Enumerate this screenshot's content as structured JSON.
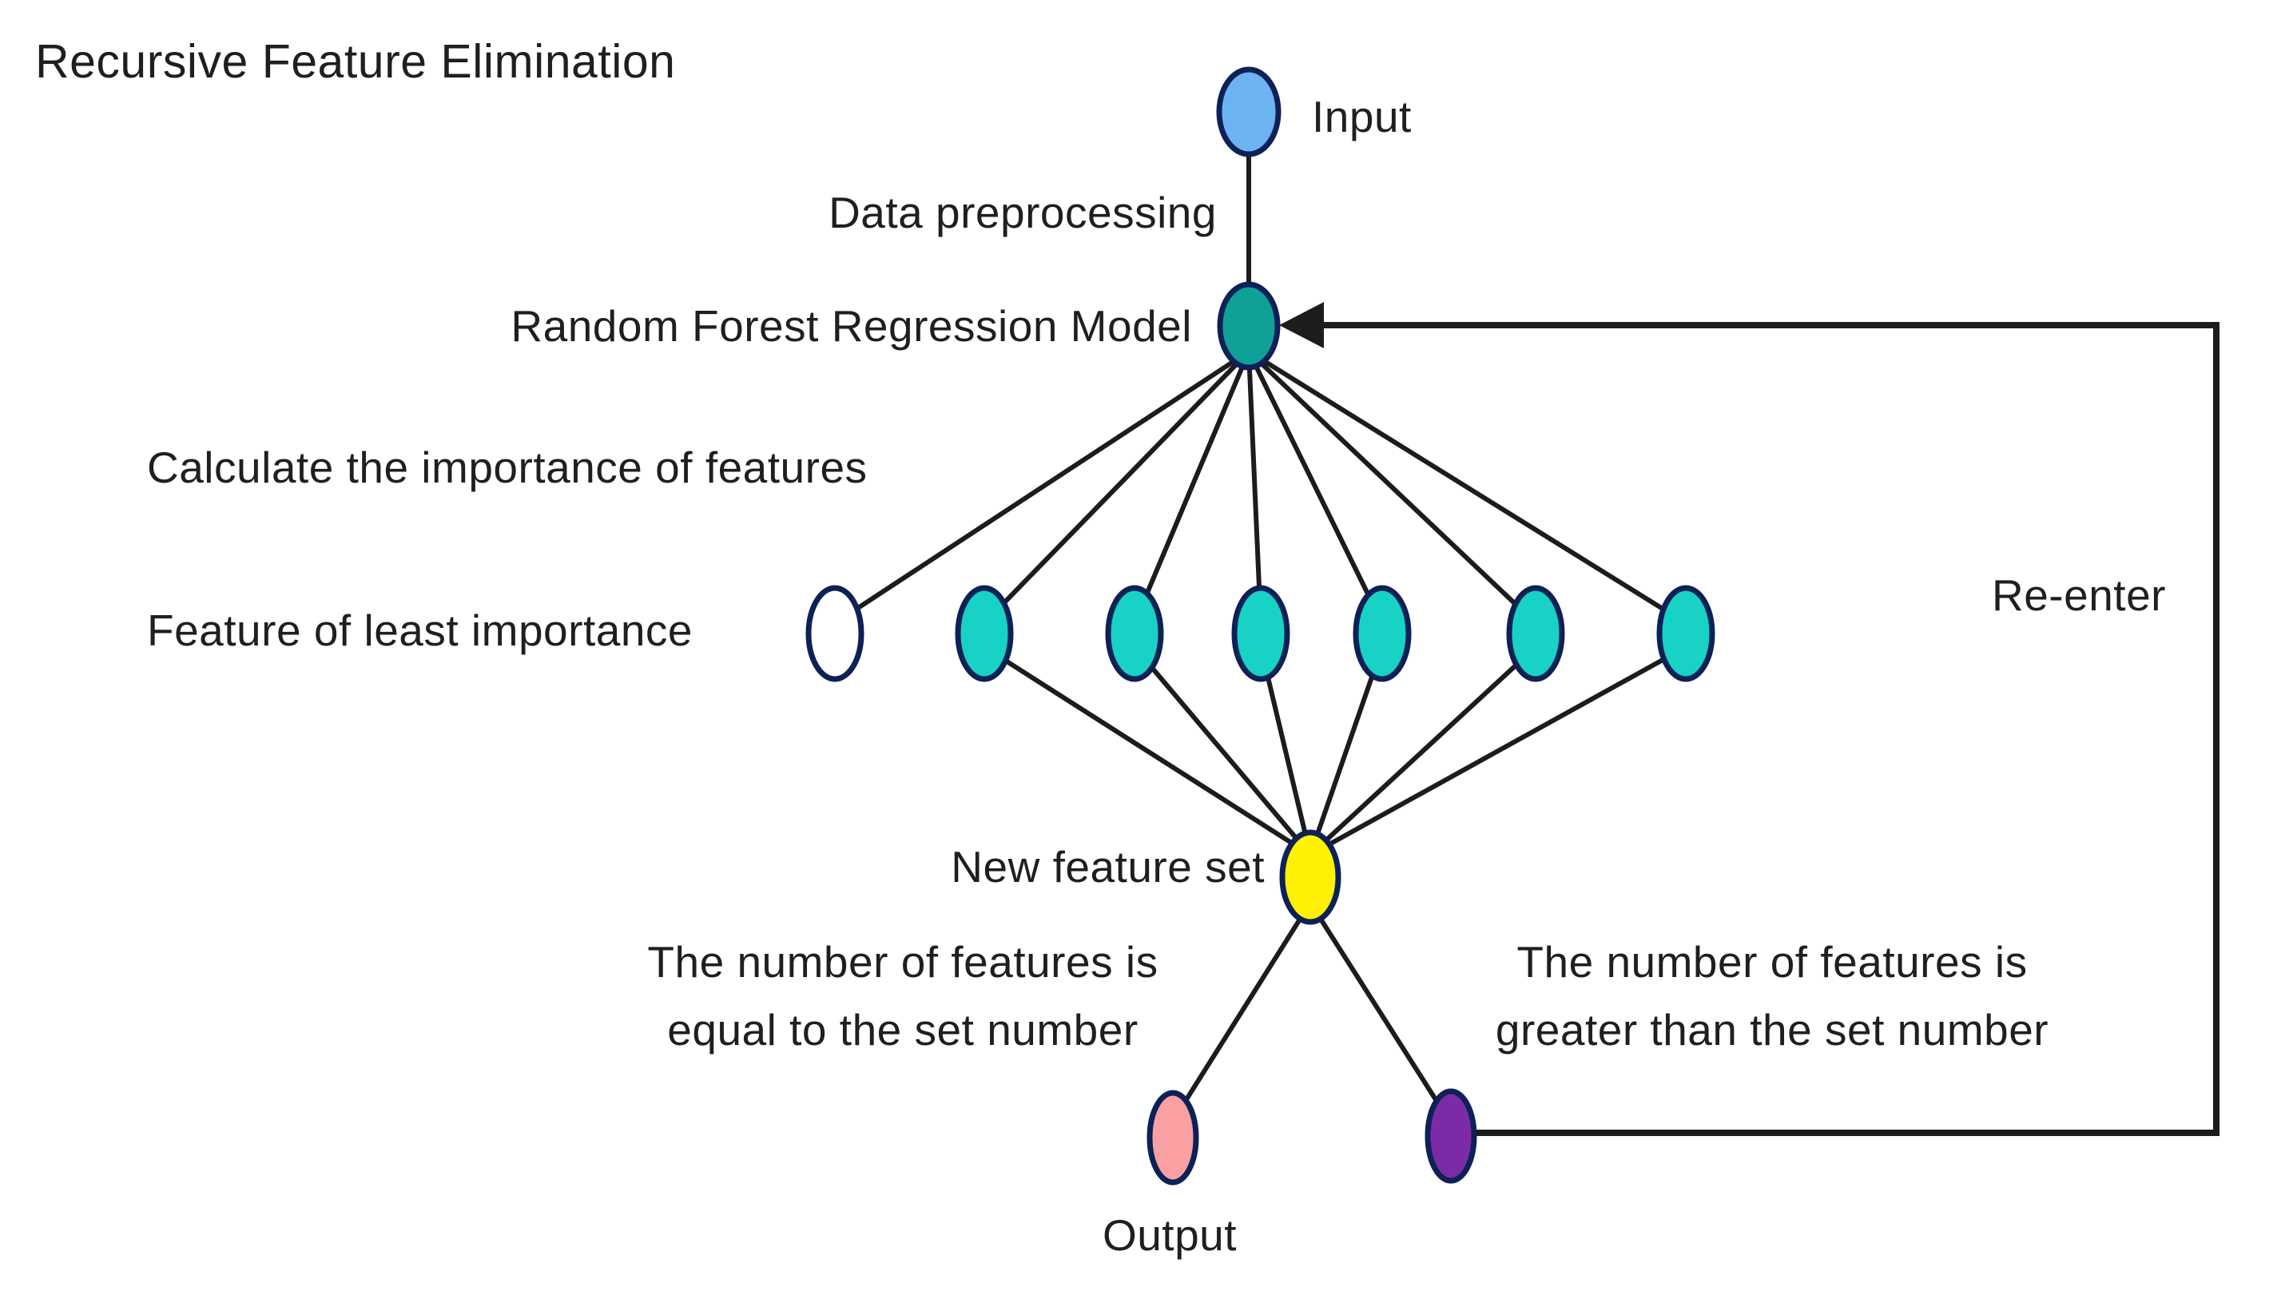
{
  "diagram": {
    "title": "Recursive Feature Elimination",
    "nodes": {
      "input": {
        "label": "Input",
        "color": "#6CB4F1"
      },
      "model": {
        "label": "Random Forest Regression Model",
        "color": "#0FA198"
      },
      "eliminated_feature": {
        "label": "Feature of least importance",
        "color": "#FFFFFF"
      },
      "feature": {
        "color": "#17D2C5",
        "count": 6
      },
      "new_feature_set": {
        "label": "New feature set",
        "color": "#FFF104"
      },
      "output": {
        "label": "Output",
        "color": "#F9A0A2"
      },
      "reenter": {
        "color": "#7B2BA6"
      }
    },
    "annotations": {
      "data_preprocessing": "Data preprocessing",
      "calculate_importance": "Calculate the importance of features",
      "re_enter": "Re-enter",
      "equal_condition_line1": "The number of features is",
      "equal_condition_line2": "equal to the set number",
      "greater_condition_line1": "The number of features is",
      "greater_condition_line2": "greater than the set number"
    },
    "colors": {
      "edge": "#1C1C1C",
      "node_border": "#0D2157",
      "text": "#1F1F1F",
      "background": "#FFFFFF"
    }
  }
}
